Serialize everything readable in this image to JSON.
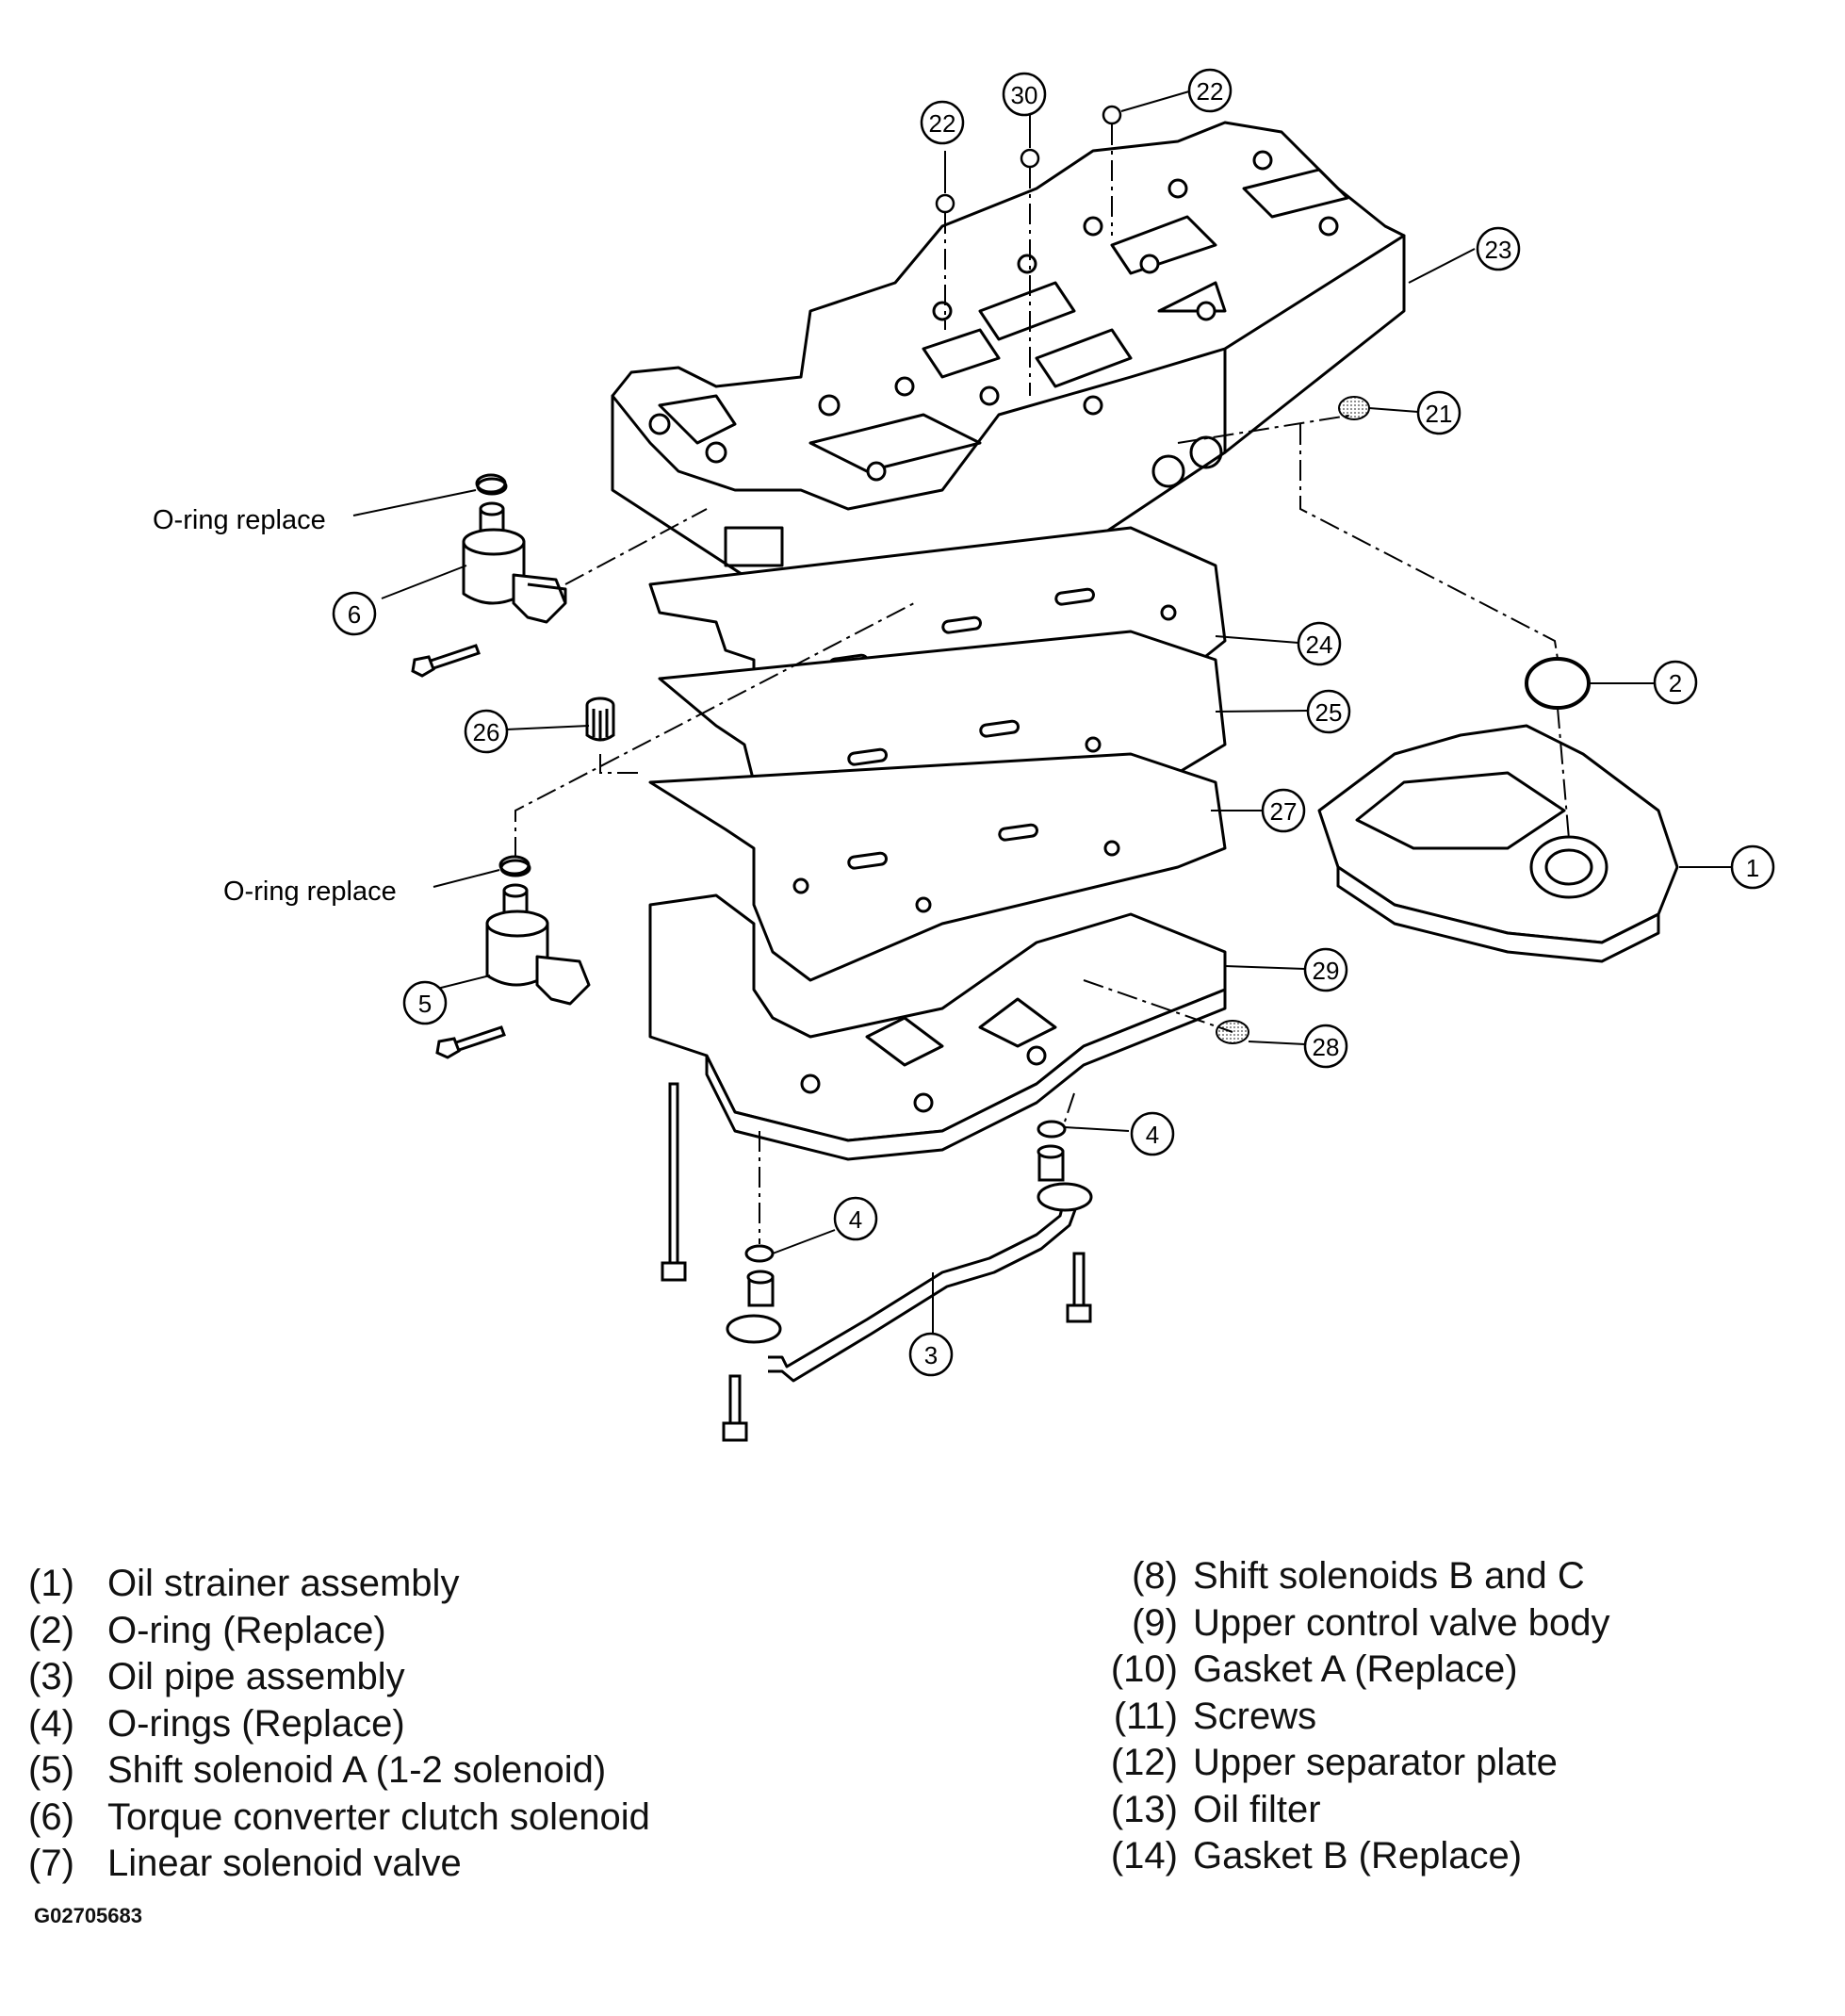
{
  "callouts": {
    "c1": "1",
    "c2": "2",
    "c3": "3",
    "c4a": "4",
    "c4b": "4",
    "c5": "5",
    "c6": "6",
    "c21": "21",
    "c22a": "22",
    "c22b": "22",
    "c23": "23",
    "c24": "24",
    "c25": "25",
    "c26": "26",
    "c27": "27",
    "c28": "28",
    "c29": "29",
    "c30": "30"
  },
  "labels": {
    "oring_upper": "O-ring replace",
    "oring_lower": "O-ring replace"
  },
  "legend": {
    "left": [
      {
        "num": "(1)",
        "text": "Oil strainer assembly"
      },
      {
        "num": "(2)",
        "text": "O-ring (Replace)"
      },
      {
        "num": "(3)",
        "text": "Oil pipe assembly"
      },
      {
        "num": "(4)",
        "text": "O-rings (Replace)"
      },
      {
        "num": "(5)",
        "text": "Shift solenoid A (1-2 solenoid)"
      },
      {
        "num": "(6)",
        "text": "Torque converter clutch solenoid"
      },
      {
        "num": "(7)",
        "text": "Linear solenoid valve"
      }
    ],
    "right": [
      {
        "num": "(8)",
        "text": "Shift solenoids B and C"
      },
      {
        "num": "(9)",
        "text": "Upper control valve body"
      },
      {
        "num": "(10)",
        "text": "Gasket A (Replace)"
      },
      {
        "num": "(11)",
        "text": "Screws"
      },
      {
        "num": "(12)",
        "text": "Upper separator plate"
      },
      {
        "num": "(13)",
        "text": "Oil filter"
      },
      {
        "num": "(14)",
        "text": "Gasket B (Replace)"
      }
    ]
  },
  "figure_id": "G02705683"
}
